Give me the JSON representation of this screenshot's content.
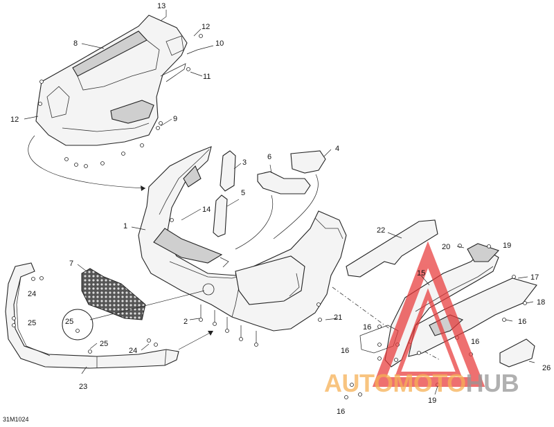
{
  "diagram_code": "31M1024",
  "watermark": {
    "part_a": "AUTOMOTO",
    "part_b": "HUB",
    "logo_icon": "triangle-logo-icon",
    "accent": "#e83a3a",
    "text_a_color": "#f5b056",
    "text_b_color": "#969696"
  },
  "callouts": {
    "c1": "1",
    "c2": "2",
    "c3": "3",
    "c4": "4",
    "c5": "5",
    "c6": "6",
    "c7": "7",
    "c8": "8",
    "c9": "9",
    "c10": "10",
    "c11": "11",
    "c12a": "12",
    "c12b": "12",
    "c13": "13",
    "c14": "14",
    "c15": "15",
    "c16a": "16",
    "c16b": "16",
    "c16c": "16",
    "c16d": "16",
    "c16e": "16",
    "c17": "17",
    "c18": "18",
    "c19a": "19",
    "c19b": "19",
    "c20": "20",
    "c21": "21",
    "c22": "22",
    "c23": "23",
    "c24a": "24",
    "c24b": "24",
    "c25a": "25",
    "c25b": "25",
    "c25c": "25",
    "c26": "26"
  }
}
